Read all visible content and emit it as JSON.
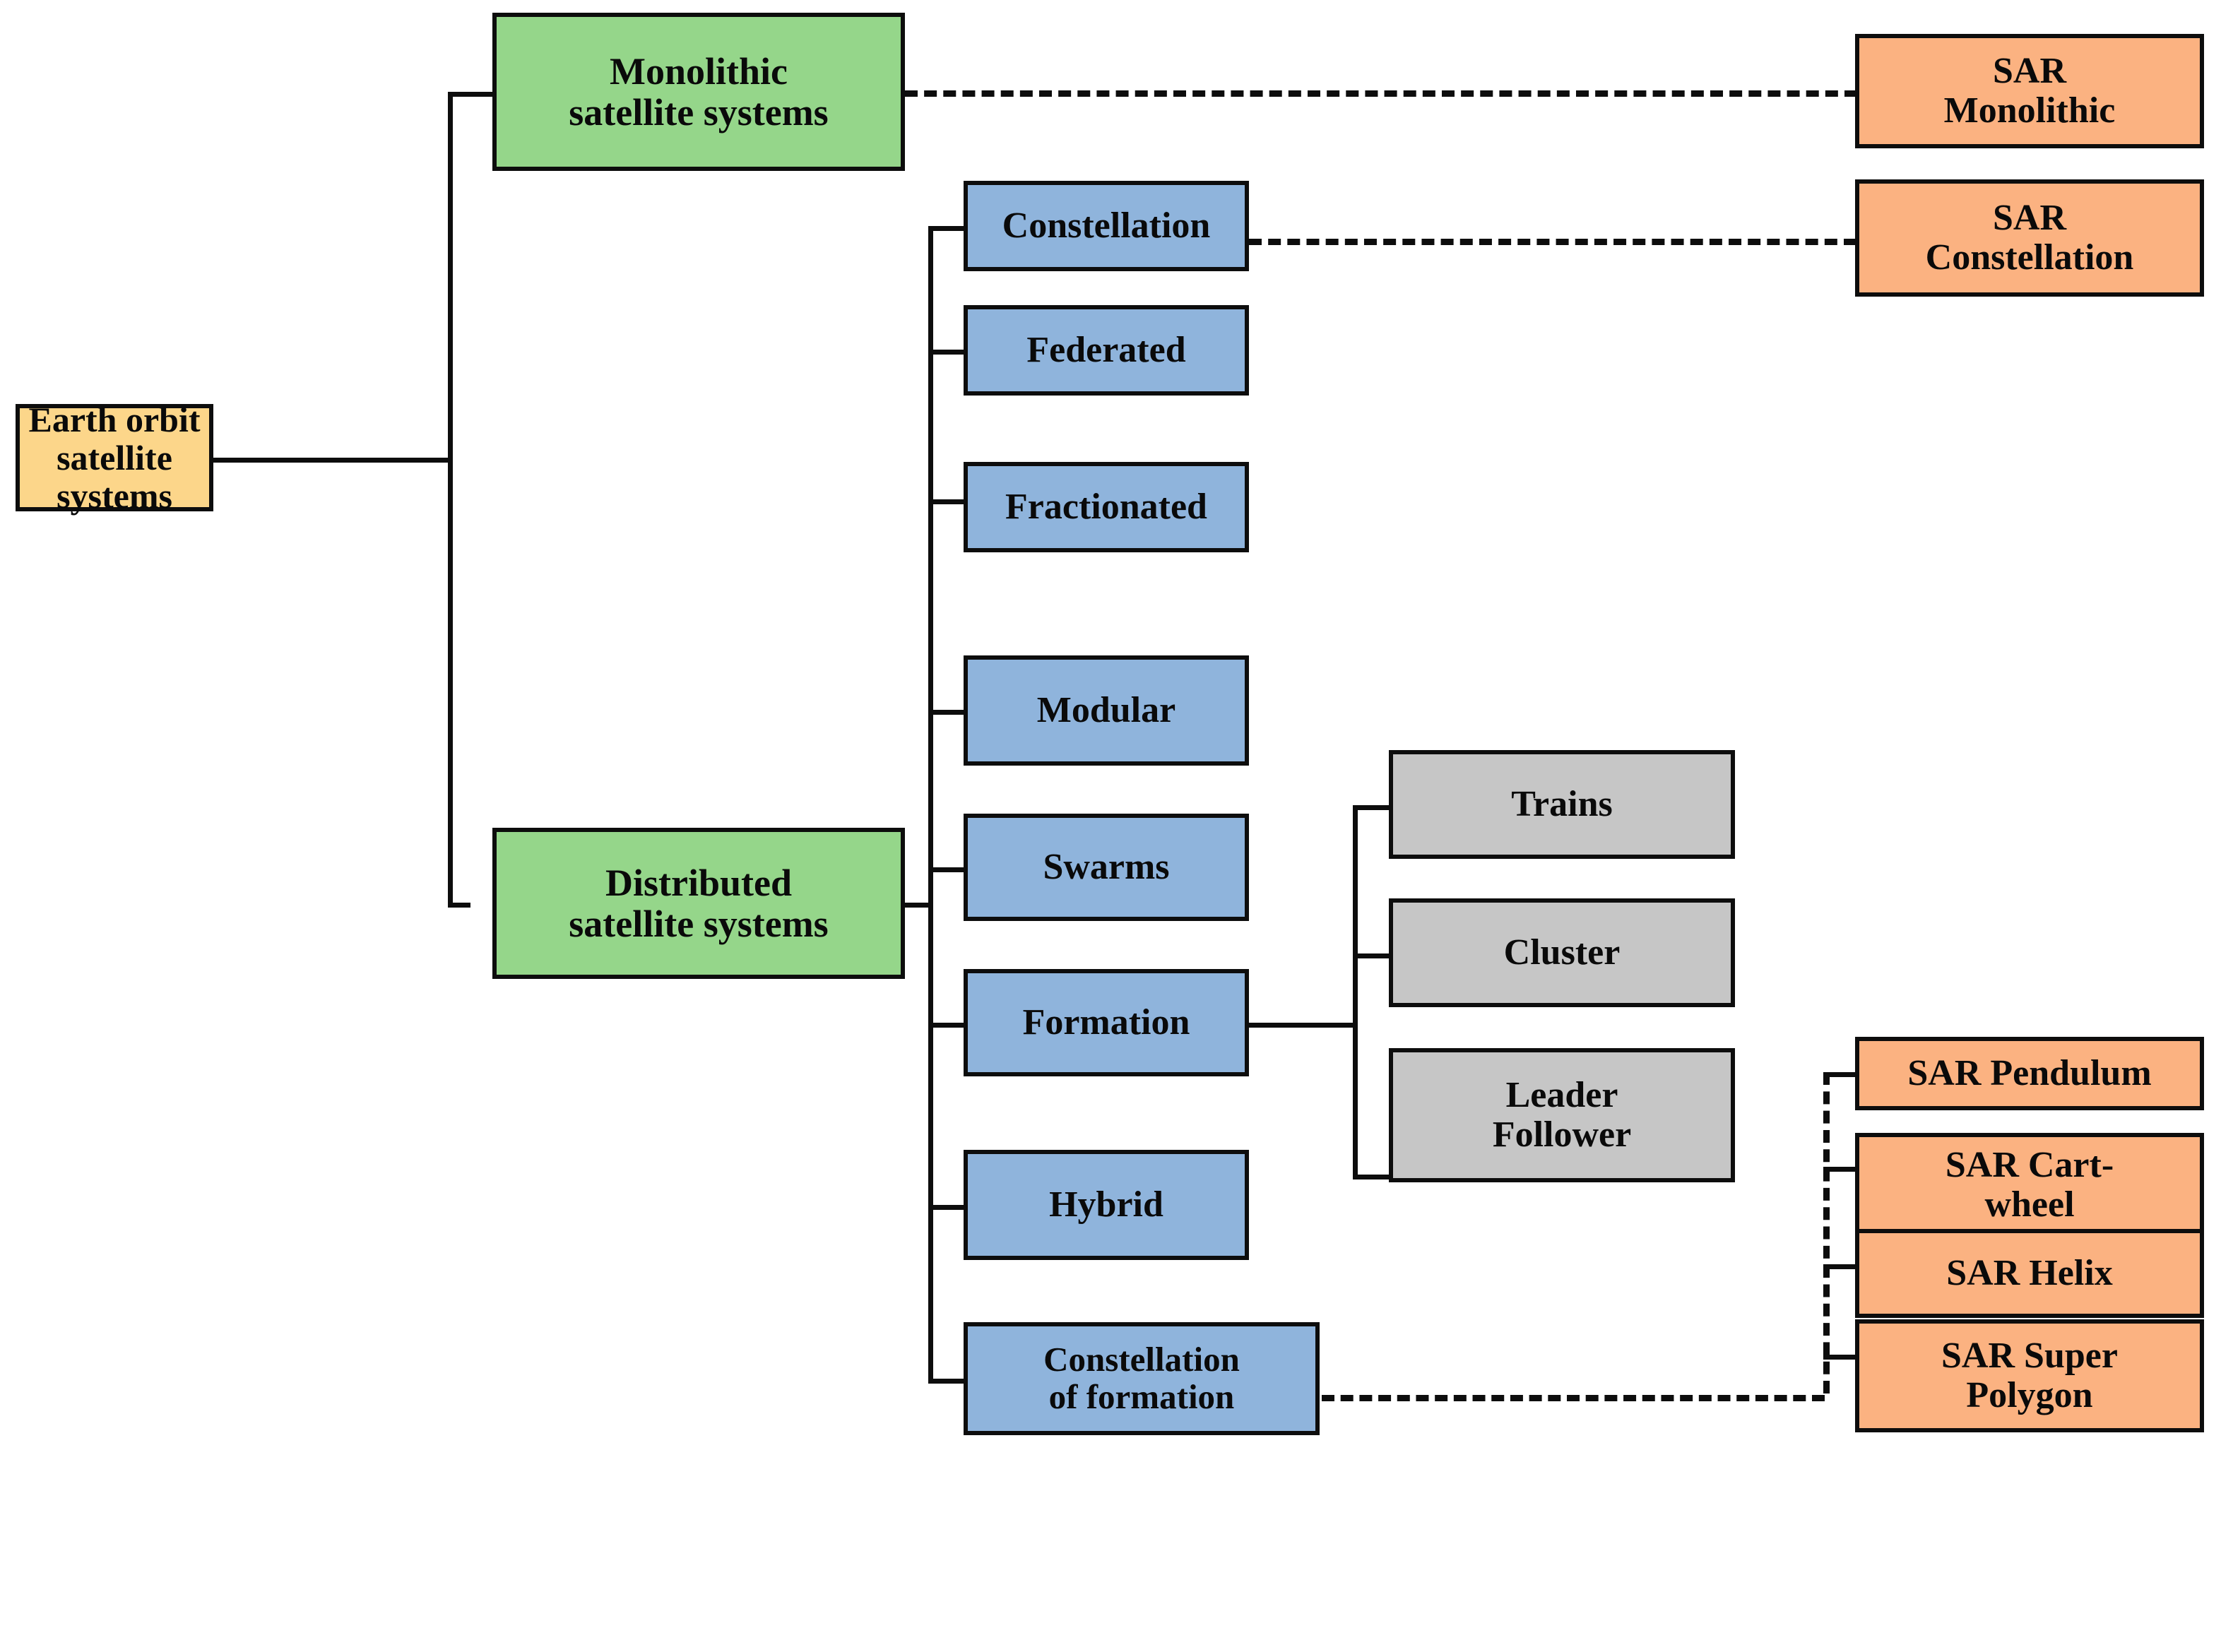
{
  "diagram": {
    "title": "Earth orbit satellite systems taxonomy",
    "colors": {
      "root": "#FCD68A",
      "level1": "#95D68A",
      "level2": "#8FB4DC",
      "level3": "#C6C6C6",
      "sar": "#FBB281",
      "stroke": "#0D0D0D"
    }
  },
  "nodes": {
    "root": {
      "label": "Earth orbit\nsatellite  systems"
    },
    "monolithic": {
      "label": "Monolithic\nsatellite systems"
    },
    "distributed": {
      "label": "Distributed\nsatellite systems"
    },
    "constellation": {
      "label": "Constellation"
    },
    "federated": {
      "label": "Federated"
    },
    "fractionated": {
      "label": "Fractionated"
    },
    "modular": {
      "label": "Modular"
    },
    "swarms": {
      "label": "Swarms"
    },
    "formation": {
      "label": "Formation"
    },
    "hybrid": {
      "label": "Hybrid"
    },
    "constellation_of_formation": {
      "label": "Constellation\nof formation"
    },
    "trains": {
      "label": "Trains"
    },
    "cluster": {
      "label": "Cluster"
    },
    "leader_follower": {
      "label": "Leader\nFollower"
    },
    "sar_monolithic": {
      "label": "SAR\nMonolithic"
    },
    "sar_constellation": {
      "label": "SAR\nConstellation"
    },
    "sar_pendulum": {
      "label": "SAR Pendulum"
    },
    "sar_cartwheel": {
      "label": "SAR Cart-\nwheel"
    },
    "sar_helix": {
      "label": "SAR Helix"
    },
    "sar_super_polygon": {
      "label": "SAR Super\nPolygon"
    }
  }
}
